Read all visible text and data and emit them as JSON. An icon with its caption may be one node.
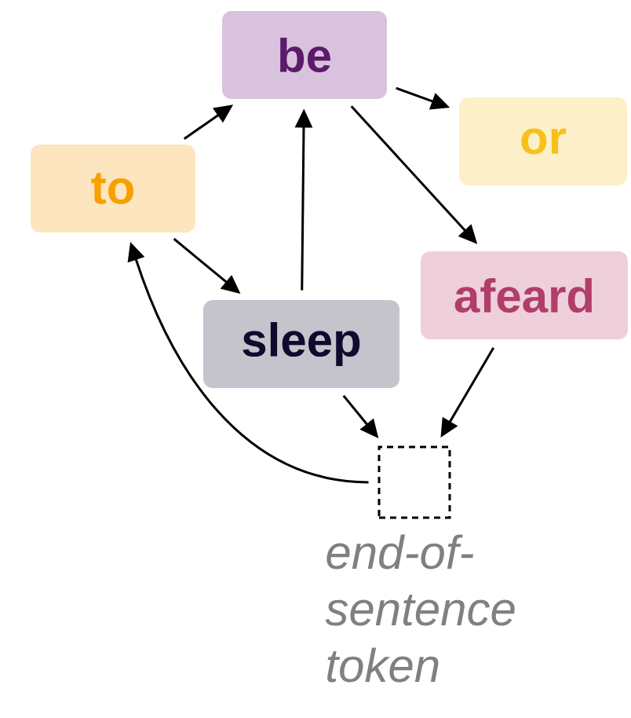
{
  "diagram": {
    "nodes": [
      {
        "text": [
          "to"
        ]
      },
      {
        "text": [
          "be"
        ]
      },
      {
        "text": [
          "or"
        ]
      },
      {
        "text": [
          "sleep"
        ]
      },
      {
        "text": [
          "afeard"
        ]
      },
      {
        "text": [],
        "shape": "box",
        "beside": [
          "end-of-sentence token"
        ]
      }
    ],
    "edges": [
      {
        "from": 0,
        "to": 1,
        "arrow": "to"
      },
      {
        "from": 0,
        "to": 3,
        "arrow": "to"
      },
      {
        "from": 1,
        "to": 2,
        "arrow": "to"
      },
      {
        "from": 1,
        "to": 4,
        "arrow": "to"
      },
      {
        "from": 3,
        "to": 1,
        "arrow": "to"
      },
      {
        "from": 3,
        "to": 5,
        "arrow": "to"
      },
      {
        "from": 4,
        "to": 5,
        "arrow": "to"
      },
      {
        "from": 5,
        "to": 0,
        "arrow": "to"
      }
    ]
  }
}
